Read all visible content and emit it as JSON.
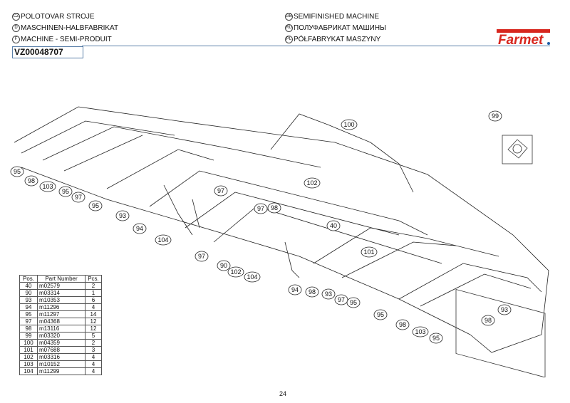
{
  "header": {
    "titles": [
      {
        "lang": "CZ",
        "text": "POLOTOVAR STROJE"
      },
      {
        "lang": "D",
        "text": "MASCHINEN-HALBFABRIKAT"
      },
      {
        "lang": "F",
        "text": "MACHINE - SEMI-PRODUIT"
      },
      {
        "lang": "GB",
        "text": "SEMIFINISHED MACHINE"
      },
      {
        "lang": "RU",
        "text": "ПОЛУФАБРИКАТ МАШИНЫ"
      },
      {
        "lang": "PL",
        "text": "PÓŁFABRYKAT MASZYNY"
      }
    ],
    "code": "VZ00048707",
    "logo_text": "Farmet",
    "brand_color": "#d7261e",
    "accent_color": "#1f5fa8"
  },
  "callouts": [
    "99",
    "100",
    "95",
    "98",
    "103",
    "95",
    "97",
    "95",
    "97",
    "102",
    "97",
    "98",
    "93",
    "94",
    "40",
    "104",
    "101",
    "97",
    "90",
    "102",
    "104",
    "94",
    "98",
    "93",
    "97",
    "95",
    "95",
    "93",
    "98",
    "98",
    "103",
    "95"
  ],
  "parts_table": {
    "headers": [
      "Pos.",
      "Part Number",
      "Pcs."
    ],
    "rows": [
      [
        "40",
        "m02579",
        "2"
      ],
      [
        "90",
        "m03314",
        "1"
      ],
      [
        "93",
        "m10353",
        "6"
      ],
      [
        "94",
        "m11296",
        "4"
      ],
      [
        "95",
        "m11297",
        "14"
      ],
      [
        "97",
        "m04368",
        "12"
      ],
      [
        "98",
        "m13116",
        "12"
      ],
      [
        "99",
        "m03320",
        "5"
      ],
      [
        "100",
        "m04359",
        "2"
      ],
      [
        "101",
        "m07688",
        "3"
      ],
      [
        "102",
        "m03316",
        "4"
      ],
      [
        "103",
        "m10152",
        "4"
      ],
      [
        "104",
        "m11299",
        "4"
      ]
    ]
  },
  "page_number": "24"
}
